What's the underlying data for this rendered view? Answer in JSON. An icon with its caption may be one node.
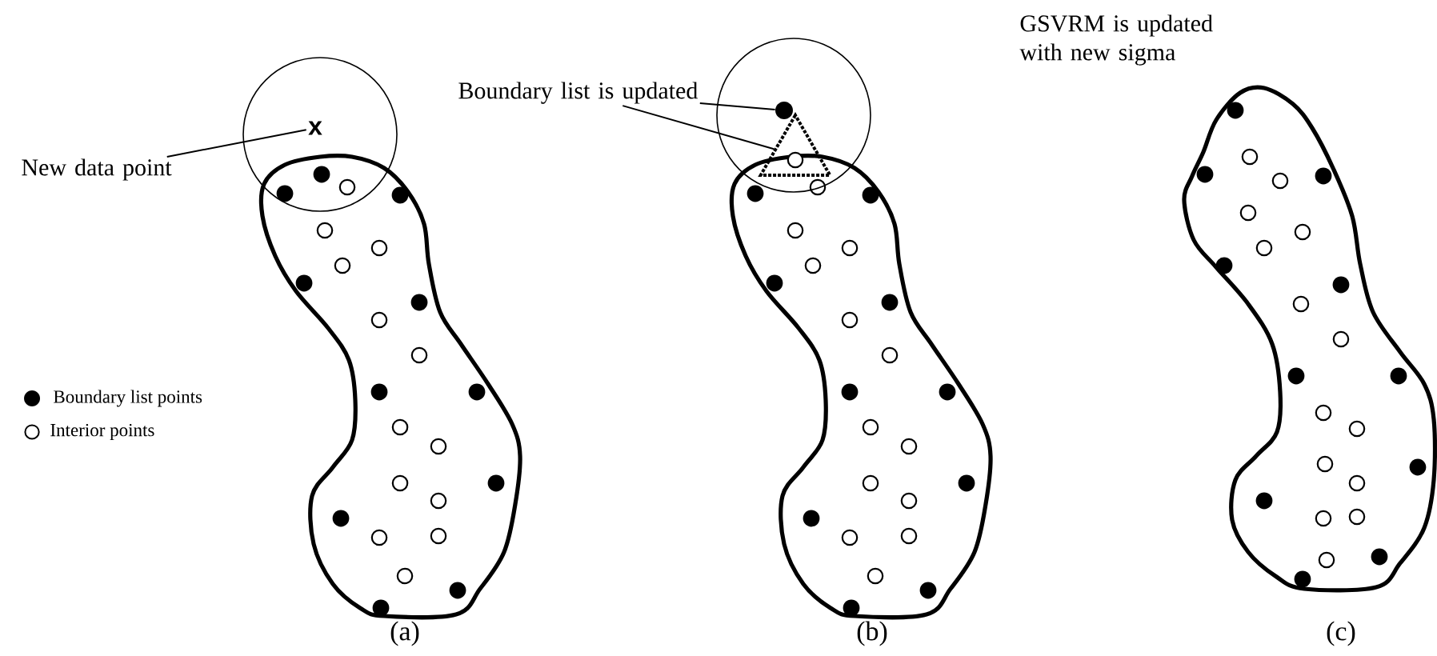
{
  "diagram": {
    "nodes": [
      {
        "text": [
          "New data point"
        ]
      },
      {
        "text": [
          "x"
        ]
      },
      {
        "text": [
          "Boundary list is updated"
        ]
      },
      {
        "text": [],
        "shape": "circle"
      },
      {
        "text": [],
        "shape": "triangle"
      }
    ],
    "edges": [
      {
        "from": 0,
        "to": 1,
        "arrow": "none"
      },
      {
        "from": 2,
        "to": 3,
        "arrow": "none"
      },
      {
        "from": 2,
        "to": 4,
        "arrow": "none"
      }
    ],
    "labels": [
      "GSVRM is updated with new sigma",
      "(a)",
      "(b)",
      "(c)"
    ],
    "legend": [
      {
        "text": "Boundary list points"
      },
      {
        "text": "Interior points"
      }
    ]
  }
}
